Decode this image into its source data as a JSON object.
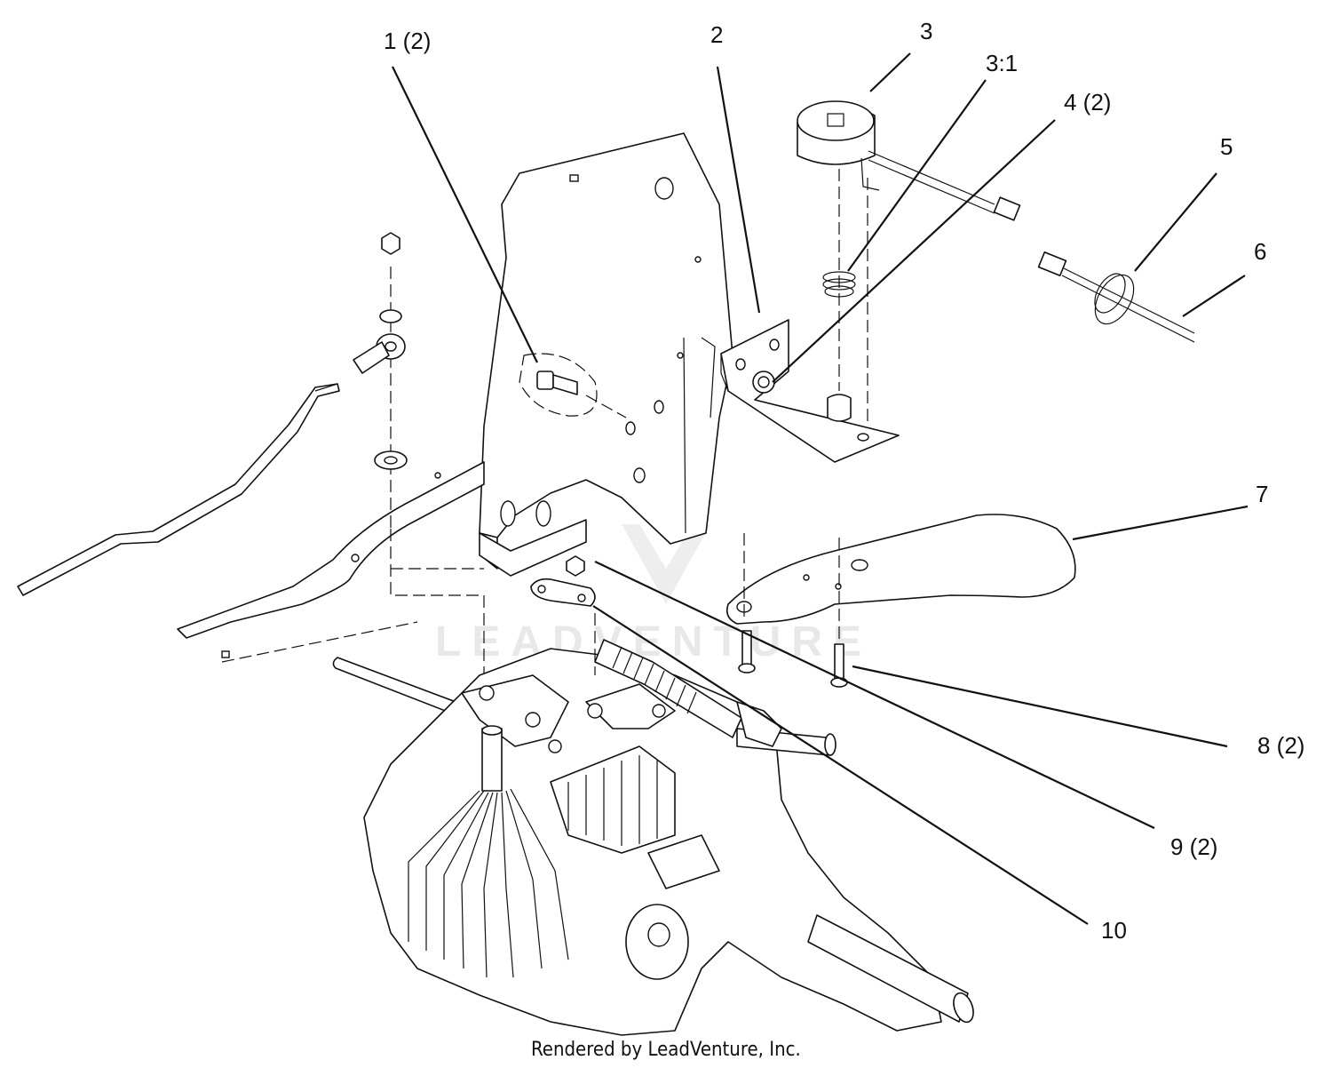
{
  "callouts": [
    {
      "id": "c1",
      "label": "1 (2)"
    },
    {
      "id": "c2",
      "label": "2"
    },
    {
      "id": "c3",
      "label": "3"
    },
    {
      "id": "c31",
      "label": "3:1"
    },
    {
      "id": "c4",
      "label": "4 (2)"
    },
    {
      "id": "c5",
      "label": "5"
    },
    {
      "id": "c6",
      "label": "6"
    },
    {
      "id": "c7",
      "label": "7"
    },
    {
      "id": "c8",
      "label": "8 (2)"
    },
    {
      "id": "c9",
      "label": "9 (2)"
    },
    {
      "id": "c10",
      "label": "10"
    }
  ],
  "watermark": "LEADVENTURE",
  "footer": "Rendered by LeadVenture, Inc."
}
